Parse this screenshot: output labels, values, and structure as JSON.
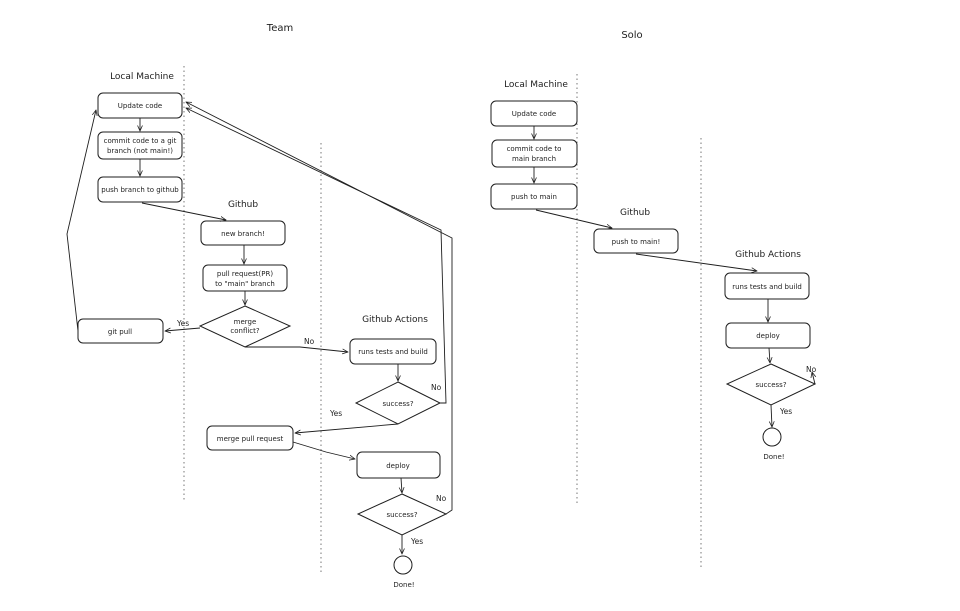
{
  "team": {
    "title": "Team",
    "lanes": {
      "local": "Local Machine",
      "github": "Github",
      "actions": "Github Actions"
    },
    "nodes": {
      "update_code": "Update code",
      "commit_line1": "commit code to a git",
      "commit_line2": "branch (not main!)",
      "push_branch": "push branch to github",
      "new_branch": "new branch!",
      "pr_line1": "pull request(PR)",
      "pr_line2": "to \"main\" branch",
      "merge_conflict_line1": "merge",
      "merge_conflict_line2": "conflict?",
      "git_pull": "git pull",
      "runs_tests": "runs tests and build",
      "success_1": "success?",
      "merge_pr": "merge pull request",
      "deploy": "deploy",
      "success_2": "success?",
      "done": "Done!"
    },
    "edges": {
      "yes_conflict": "Yes",
      "no_conflict": "No",
      "yes_success1": "Yes",
      "no_success1": "No",
      "yes_success2": "Yes",
      "no_success2": "No"
    }
  },
  "solo": {
    "title": "Solo",
    "lanes": {
      "local": "Local Machine",
      "github": "Github",
      "actions": "Github Actions"
    },
    "nodes": {
      "update_code": "Update code",
      "commit_line1": "commit code to",
      "commit_line2": "main branch",
      "push_main": "push to main",
      "push_main_github": "push to main!",
      "runs_tests": "runs tests and build",
      "deploy": "deploy",
      "success": "success?",
      "done": "Done!"
    },
    "edges": {
      "yes": "Yes",
      "no": "No"
    }
  }
}
